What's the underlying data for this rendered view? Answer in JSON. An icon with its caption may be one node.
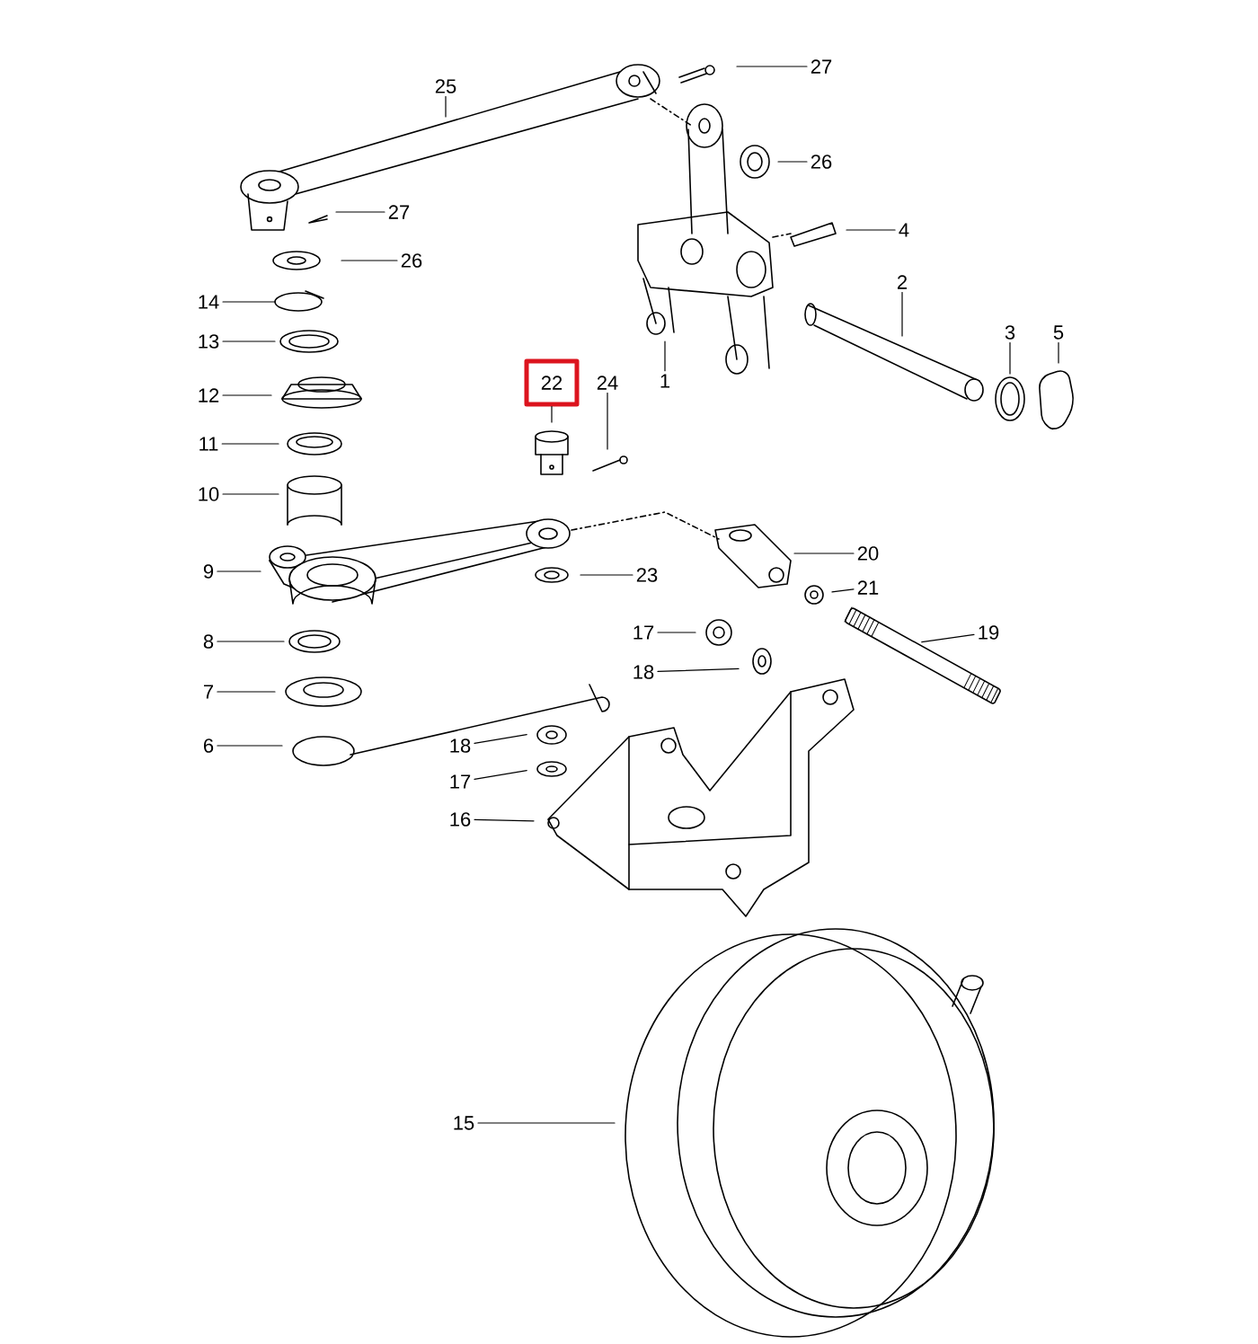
{
  "diagram": {
    "nodes": [
      {
        "text": [
          "25"
        ]
      },
      {
        "text": [
          "27"
        ]
      },
      {
        "text": [
          "26"
        ]
      },
      {
        "text": [
          "4"
        ]
      },
      {
        "text": [
          "27"
        ]
      },
      {
        "text": [
          "26"
        ]
      },
      {
        "text": [
          "2"
        ]
      },
      {
        "text": [
          "14"
        ]
      },
      {
        "text": [
          "13"
        ]
      },
      {
        "text": [
          "3"
        ]
      },
      {
        "text": [
          "5"
        ]
      },
      {
        "text": [
          "1"
        ]
      },
      {
        "text": [
          "22"
        ]
      },
      {
        "text": [
          "24"
        ]
      },
      {
        "text": [
          "12"
        ]
      },
      {
        "text": [
          "11"
        ]
      },
      {
        "text": [
          "10"
        ]
      },
      {
        "text": [
          "20"
        ]
      },
      {
        "text": [
          "9"
        ]
      },
      {
        "text": [
          "23"
        ]
      },
      {
        "text": [
          "21"
        ]
      },
      {
        "text": [
          "17"
        ]
      },
      {
        "text": [
          "19"
        ]
      },
      {
        "text": [
          "8"
        ]
      },
      {
        "text": [
          "18"
        ]
      },
      {
        "text": [
          "7"
        ]
      },
      {
        "text": [
          "6"
        ]
      },
      {
        "text": [
          "18"
        ]
      },
      {
        "text": [
          "17"
        ]
      },
      {
        "text": [
          "16"
        ]
      },
      {
        "text": [
          "15"
        ]
      }
    ],
    "edges": [
      {
        "from": 0,
        "to": null,
        "arrow": "none"
      },
      {
        "from": 1,
        "to": null,
        "arrow": "none"
      },
      {
        "from": 2,
        "to": null,
        "arrow": "none"
      },
      {
        "from": 3,
        "to": null,
        "arrow": "none"
      },
      {
        "from": 4,
        "to": null,
        "arrow": "none"
      },
      {
        "from": 5,
        "to": null,
        "arrow": "none"
      },
      {
        "from": 6,
        "to": null,
        "arrow": "none"
      },
      {
        "from": 7,
        "to": null,
        "arrow": "none"
      },
      {
        "from": 8,
        "to": null,
        "arrow": "none"
      },
      {
        "from": 9,
        "to": null,
        "arrow": "none"
      },
      {
        "from": 10,
        "to": null,
        "arrow": "none"
      },
      {
        "from": 11,
        "to": null,
        "arrow": "none"
      },
      {
        "from": 12,
        "to": null,
        "arrow": "none"
      },
      {
        "from": 13,
        "to": null,
        "arrow": "none"
      },
      {
        "from": 14,
        "to": null,
        "arrow": "none"
      },
      {
        "from": 15,
        "to": null,
        "arrow": "none"
      },
      {
        "from": 16,
        "to": null,
        "arrow": "none"
      },
      {
        "from": 17,
        "to": null,
        "arrow": "none"
      },
      {
        "from": 18,
        "to": null,
        "arrow": "none"
      },
      {
        "from": 19,
        "to": null,
        "arrow": "none"
      },
      {
        "from": 20,
        "to": null,
        "arrow": "none"
      },
      {
        "from": 21,
        "to": null,
        "arrow": "none"
      },
      {
        "from": 22,
        "to": null,
        "arrow": "none"
      },
      {
        "from": 23,
        "to": null,
        "arrow": "none"
      },
      {
        "from": 24,
        "to": null,
        "arrow": "none"
      },
      {
        "from": 25,
        "to": null,
        "arrow": "none"
      },
      {
        "from": 26,
        "to": null,
        "arrow": "none"
      },
      {
        "from": 27,
        "to": null,
        "arrow": "none"
      },
      {
        "from": 28,
        "to": null,
        "arrow": "none"
      },
      {
        "from": 29,
        "to": null,
        "arrow": "none"
      },
      {
        "from": 30,
        "to": null,
        "arrow": "none"
      }
    ]
  }
}
